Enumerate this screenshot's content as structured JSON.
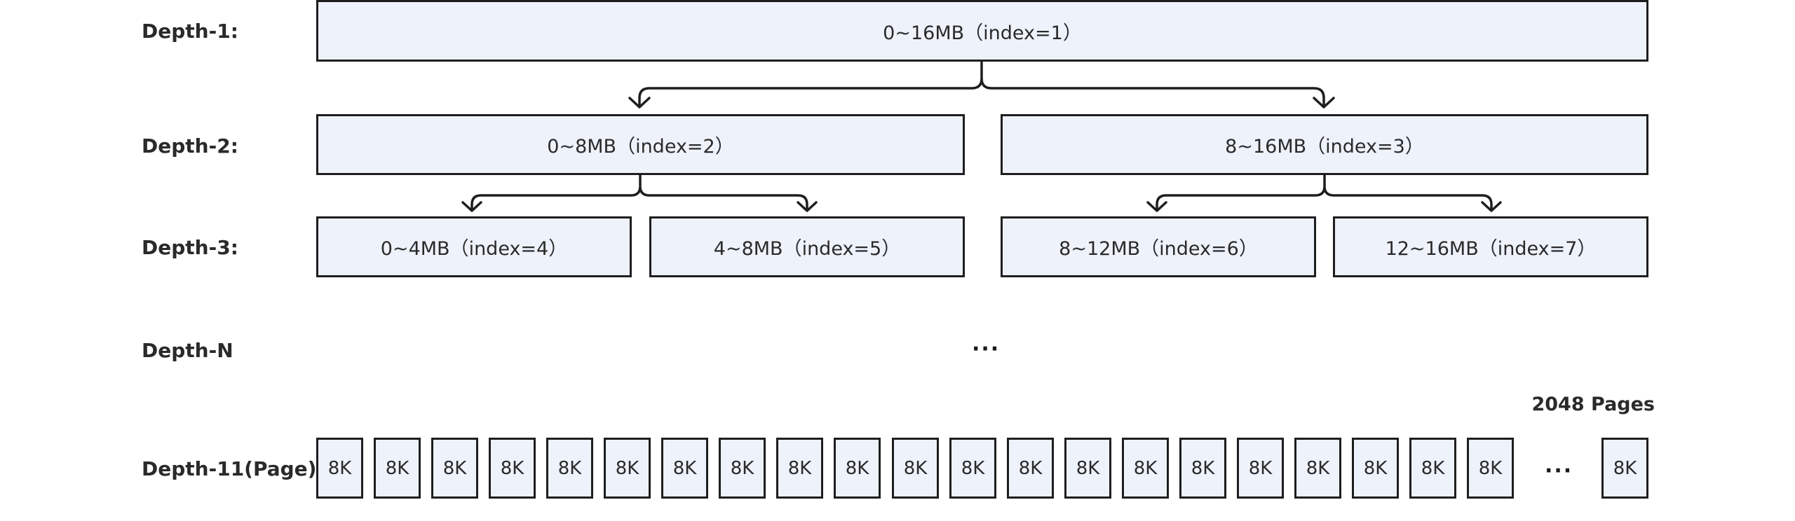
{
  "depth_labels": {
    "d1": "Depth-1:",
    "d2": "Depth-2:",
    "d3": "Depth-3:",
    "dn": "Depth-N",
    "d11": "Depth-11(Page):"
  },
  "nodes": {
    "n1": "0~16MB（index=1）",
    "n2": "0~8MB（index=2）",
    "n3": "8~16MB（index=3）",
    "n4": "0~4MB（index=4）",
    "n5": "4~8MB（index=5）",
    "n6": "8~12MB（index=6）",
    "n7": "12~16MB（index=7）"
  },
  "middle_ellipsis": "···",
  "pages_count": "2048 Pages",
  "page_label": "8K",
  "pages_ellipsis": "···",
  "colors": {
    "node_fill": "#eef2fb",
    "stroke": "#1e1e1e"
  }
}
